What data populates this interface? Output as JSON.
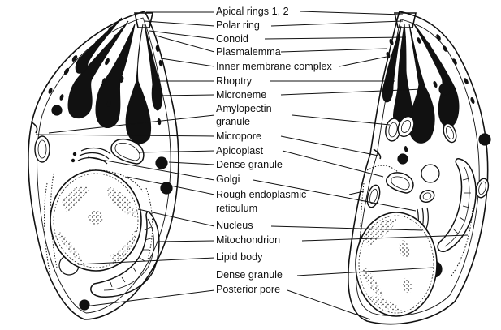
{
  "labels": {
    "apical_rings": "Apical rings 1, 2",
    "polar_ring": "Polar ring",
    "conoid": "Conoid",
    "plasmalemma": "Plasmalemma",
    "inner_membrane_complex": "Inner membrane complex",
    "rhoptry": "Rhoptry",
    "microneme": "Microneme",
    "amylopectin_line1": "Amylopectin",
    "amylopectin_line2": "granule",
    "micropore": "Micropore",
    "apicoplast": "Apicoplast",
    "dense_granule_1": "Dense granule",
    "golgi": "Golgi",
    "rough_er_line1": "Rough endoplasmic",
    "rough_er_line2": "reticulum",
    "nucleus": "Nucleus",
    "mitochondrion": "Mitochondrion",
    "lipid_body": "Lipid body",
    "dense_granule_2": "Dense granule",
    "posterior_pore": "Posterior pore"
  },
  "colors": {
    "ink": "#111111",
    "background": "#ffffff"
  }
}
